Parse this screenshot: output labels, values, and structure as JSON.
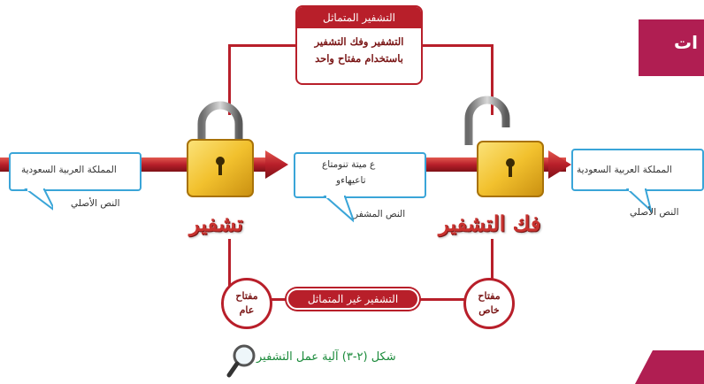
{
  "header": {
    "corner_tab_text": "ات"
  },
  "symmetric": {
    "title": "التشفير المتماثل",
    "desc_line1": "التشفير وفك التشفير",
    "desc_line2": "باستخدام مفتاح واحد"
  },
  "asymmetric": {
    "label": "التشفير غير المتماثل",
    "public_key_line1": "مفتاح",
    "public_key_line2": "عام",
    "private_key_line1": "مفتاح",
    "private_key_line2": "خاص"
  },
  "left": {
    "bubble_text": "المملكة العربية السعودية",
    "caption": "النص الأصلي"
  },
  "middle": {
    "bubble_line1": "ع ﻣﻴﺘﺔ ﺗﻨﻮﻣﺘﺎﻉ",
    "bubble_line2": "ﺗﺎﻋﻴﻬﺎﺀﻭ",
    "caption": "النص المشفر"
  },
  "right": {
    "bubble_text": "المملكة العربية السعودية",
    "caption": "النص الأصلي"
  },
  "labels": {
    "encrypt": "تشفير",
    "decrypt": "فك التشفير"
  },
  "figure": {
    "caption": "شكل (٢-٣) آلية عمل التشفير"
  },
  "colors": {
    "brand_red": "#b81f2a",
    "bubble_blue": "#3aa5d8",
    "lock_gold": "#f2c12e",
    "caption_green": "#1a8a3a",
    "tab_magenta": "#b01e52"
  }
}
